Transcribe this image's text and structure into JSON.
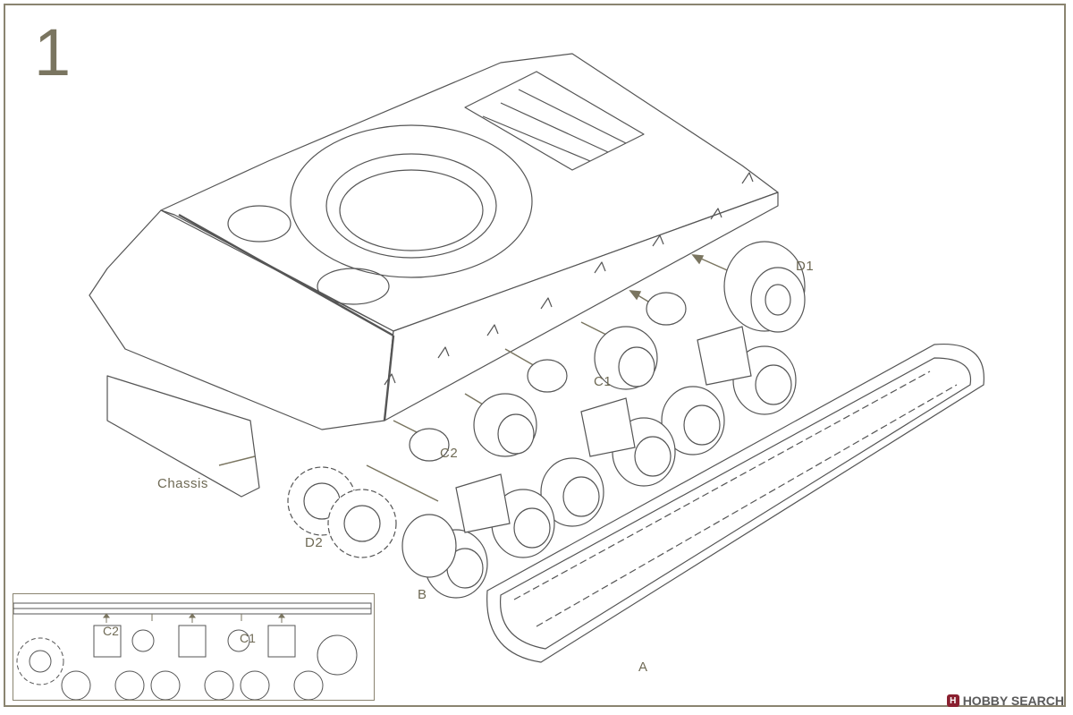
{
  "step": {
    "number": "1"
  },
  "labels": {
    "chassis": "Chassis",
    "d1": "D1",
    "d2": "D2",
    "c1": "C1",
    "c2": "C2",
    "b": "B",
    "a": "A"
  },
  "inset": {
    "c2": "C2",
    "c1": "C1"
  },
  "watermark": {
    "logo_letter": "H",
    "text": "HOBBY SEARCH"
  },
  "colors": {
    "frame": "#8a8470",
    "line": "#555555",
    "label": "#6f6a55",
    "arrow": "#7a7560"
  }
}
